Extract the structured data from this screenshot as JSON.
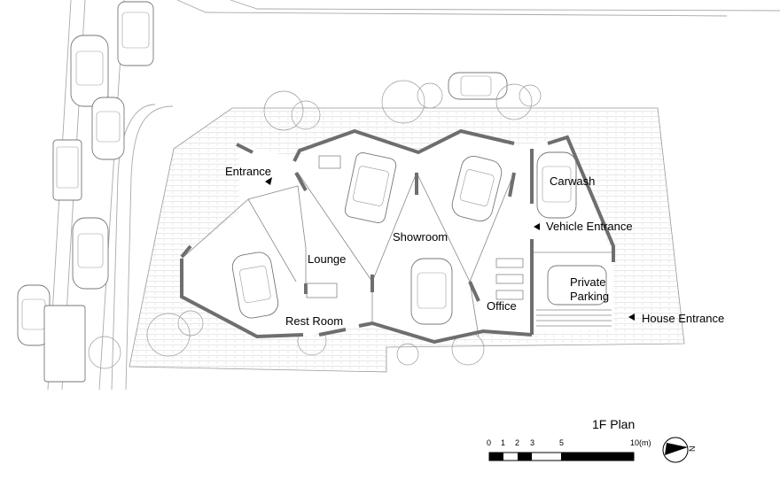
{
  "rooms": {
    "entrance": "Entrance",
    "lounge": "Lounge",
    "showroom": "Showroom",
    "rest_room": "Rest Room",
    "office": "Office",
    "carwash": "Carwash",
    "vehicle_entrance": "Vehicle Entrance",
    "private_parking_line1": "Private",
    "private_parking_line2": "Parking",
    "house_entrance": "House Entrance"
  },
  "plan_title": "1F Plan",
  "scale_bar": {
    "ticks": [
      "0",
      "1",
      "2",
      "3",
      "5",
      "10(m)"
    ]
  },
  "north_arrow": {
    "letter": "N"
  },
  "colors": {
    "wall": "#6e6e6e",
    "line": "#888888",
    "text": "#000000"
  }
}
